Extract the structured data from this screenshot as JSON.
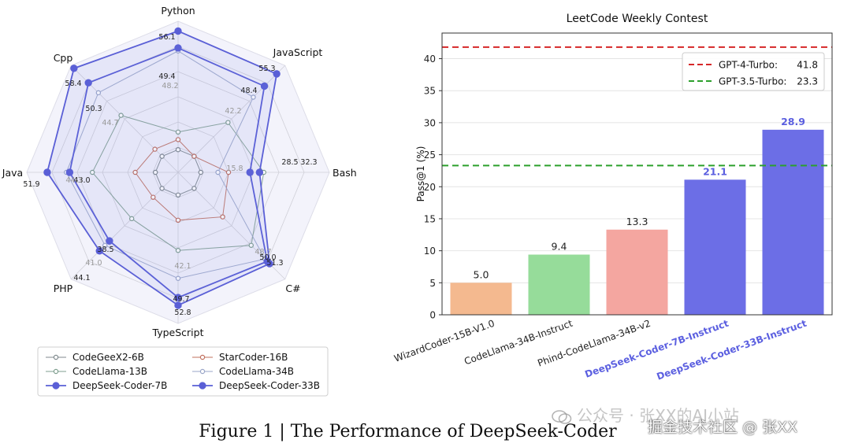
{
  "caption": "Figure 1 | The Performance of DeepSeek-Coder",
  "watermark": {
    "line1": "公众号 · 张XX的AI小站",
    "line2": "掘金技术社区 @ 张XX",
    "icon": "wechat-icon"
  },
  "chart_data": [
    {
      "type": "radar",
      "axes": [
        "Python",
        "JavaScript",
        "Bash",
        "C#",
        "TypeScript",
        "PHP",
        "Java",
        "Cpp"
      ],
      "rmax": 60,
      "series": [
        {
          "name": "CodeGeeX2-6B",
          "color": "#808a8e",
          "marker": "small",
          "values": [
            9,
            9,
            9,
            9,
            9,
            9,
            9,
            9
          ]
        },
        {
          "name": "StarCoder-16B",
          "color": "#c0705e",
          "marker": "small",
          "values": [
            13,
            9,
            20,
            25,
            19,
            14,
            17,
            13
          ]
        },
        {
          "name": "CodeLlama-13B",
          "color": "#7f9f8f",
          "marker": "small",
          "values": [
            16,
            28,
            34,
            41,
            31,
            26,
            34,
            32
          ]
        },
        {
          "name": "CodeLlama-34B",
          "color": "#9aa6c8",
          "marker": "small",
          "values": [
            48.2,
            42.2,
            15.8,
            48.7,
            42.1,
            41.0,
            44.3,
            44.7
          ]
        },
        {
          "name": "DeepSeek-Coder-7B",
          "color": "#5a5fd6",
          "marker": "large",
          "values": [
            49.4,
            48.4,
            28.5,
            50.0,
            49.7,
            38.5,
            43.0,
            50.3
          ]
        },
        {
          "name": "DeepSeek-Coder-33B",
          "color": "#5a5fd6",
          "marker": "large",
          "values": [
            56.1,
            55.3,
            32.3,
            51.3,
            52.8,
            44.1,
            51.9,
            58.4
          ]
        }
      ],
      "value_labels": [
        {
          "axis": 0,
          "text": "56.1",
          "color": "#222"
        },
        {
          "axis": 0,
          "text": "49.4",
          "color": "#222"
        },
        {
          "axis": 0,
          "text": "48.2",
          "color": "#999"
        },
        {
          "axis": 1,
          "text": "55.3",
          "color": "#222"
        },
        {
          "axis": 1,
          "text": "48.4",
          "color": "#222"
        },
        {
          "axis": 1,
          "text": "42.2",
          "color": "#999"
        },
        {
          "axis": 2,
          "text": "32.3",
          "color": "#222"
        },
        {
          "axis": 2,
          "text": "28.5",
          "color": "#222"
        },
        {
          "axis": 2,
          "text": "15.8",
          "color": "#999"
        },
        {
          "axis": 3,
          "text": "51.3",
          "color": "#222"
        },
        {
          "axis": 3,
          "text": "50.0",
          "color": "#222"
        },
        {
          "axis": 3,
          "text": "48.7",
          "color": "#999"
        },
        {
          "axis": 4,
          "text": "52.8",
          "color": "#222"
        },
        {
          "axis": 4,
          "text": "49.7",
          "color": "#222"
        },
        {
          "axis": 4,
          "text": "42.1",
          "color": "#999"
        },
        {
          "axis": 5,
          "text": "44.1",
          "color": "#222"
        },
        {
          "axis": 5,
          "text": "38.5",
          "color": "#222"
        },
        {
          "axis": 5,
          "text": "41.0",
          "color": "#999"
        },
        {
          "axis": 6,
          "text": "51.9",
          "color": "#222"
        },
        {
          "axis": 6,
          "text": "43.0",
          "color": "#222"
        },
        {
          "axis": 6,
          "text": "44.3",
          "color": "#999"
        },
        {
          "axis": 7,
          "text": "58.4",
          "color": "#222"
        },
        {
          "axis": 7,
          "text": "50.3",
          "color": "#222"
        },
        {
          "axis": 7,
          "text": "44.7",
          "color": "#999"
        }
      ],
      "legend": {
        "placement": "bottom",
        "columns": 2
      }
    },
    {
      "type": "bar",
      "title": "LeetCode Weekly Contest",
      "ylabel": "Pass@1 (%)",
      "xlabel": "",
      "ylim": [
        0,
        44
      ],
      "yticks": [
        0,
        5,
        10,
        15,
        20,
        25,
        30,
        35,
        40
      ],
      "grid": true,
      "categories": [
        "WizardCoder-15B-V1.0",
        "CodeLlama-34B-Instruct",
        "Phind-CodeLlama-34B-v2",
        "DeepSeek-Coder-7B-Instruct",
        "DeepSeek-Coder-33B-Instruct"
      ],
      "values": [
        5.0,
        9.4,
        13.3,
        21.1,
        28.9
      ],
      "labels": [
        "5.0",
        "9.4",
        "13.3",
        "21.1",
        "28.9"
      ],
      "bar_colors": [
        "#f4b98f",
        "#96dc9a",
        "#f4a6a0",
        "#6c6ee6",
        "#6c6ee6"
      ],
      "label_colors": [
        "#222222",
        "#222222",
        "#222222",
        "#5b5fe0",
        "#5b5fe0"
      ],
      "category_colors": [
        "#222222",
        "#222222",
        "#222222",
        "#5b5fe0",
        "#5b5fe0"
      ],
      "category_bold": [
        false,
        false,
        false,
        true,
        true
      ],
      "reference_lines": [
        {
          "name": "GPT-4-Turbo:",
          "value": 41.8,
          "value_text": "41.8",
          "color": "#d62728"
        },
        {
          "name": "GPT-3.5-Turbo:",
          "value": 23.3,
          "value_text": "23.3",
          "color": "#2ca02c"
        }
      ],
      "legend": {
        "placement": "top-right"
      }
    }
  ]
}
